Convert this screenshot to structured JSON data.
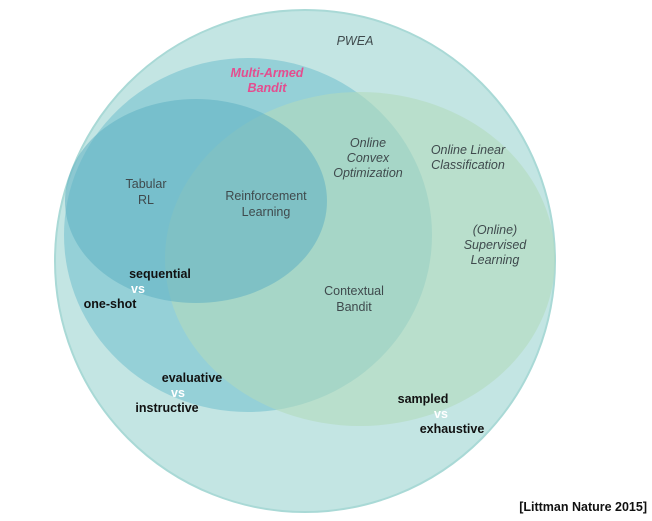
{
  "colors": {
    "pwea_fill": "#c3e5e3",
    "pwea_stroke": "#a9d9d6",
    "mab_fill": "#86c8d3",
    "rl_fill": "#5fb1c2",
    "supervised_fill": "#b2dbbd"
  },
  "regions": {
    "pwea": "PWEA",
    "mab_line1": "Multi-Armed",
    "mab_line2": "Bandit",
    "tabular_line1": "Tabular",
    "tabular_line2": "RL",
    "rl_line1": "Reinforcement",
    "rl_line2": "Learning",
    "oco_line1": "Online",
    "oco_line2": "Convex",
    "oco_line3": "Optimization",
    "olc_line1": "Online Linear",
    "olc_line2": "Classification",
    "osl_line1": "(Online)",
    "osl_line2": "Supervised",
    "osl_line3": "Learning",
    "cb_line1": "Contextual",
    "cb_line2": "Bandit"
  },
  "dimensions": {
    "seq_top": "sequential",
    "seq_vs": "vs",
    "seq_bottom": "one-shot",
    "eval_top": "evaluative",
    "eval_vs": "vs",
    "eval_bottom": "instructive",
    "samp_top": "sampled",
    "samp_vs": "vs",
    "samp_bottom": "exhaustive"
  },
  "citation": "[Littman Nature 2015]"
}
